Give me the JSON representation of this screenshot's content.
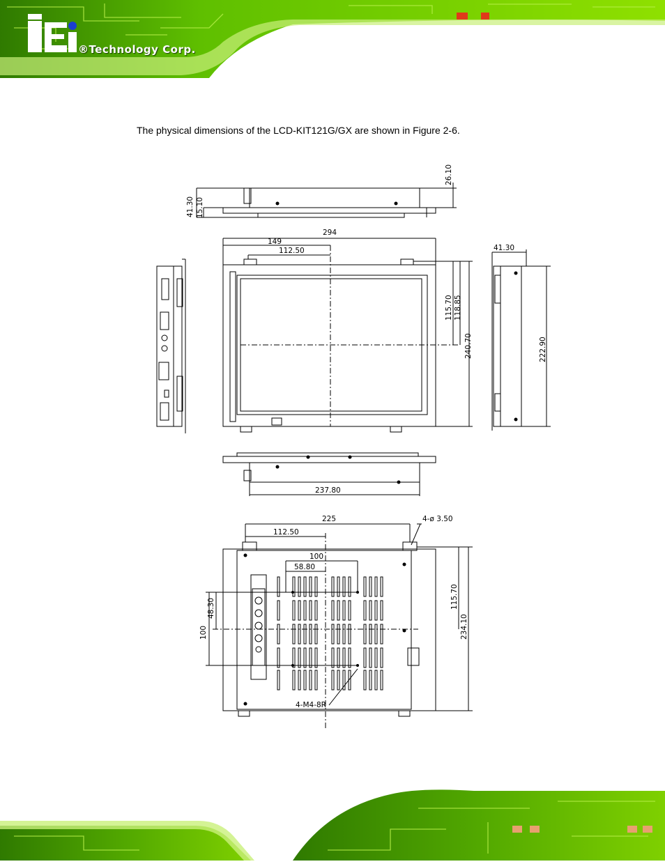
{
  "header": {
    "logo": "iEi",
    "company": "®Technology Corp."
  },
  "intro_text": "The physical dimensions of the LCD-KIT121G/GX are shown in Figure 2-6.",
  "dimensions": {
    "top_view": {
      "left_total": "41.30",
      "left_inner": "15.10",
      "right_height": "26.10"
    },
    "front_view": {
      "width": "294",
      "half_width": "149",
      "tab_offset": "112.50",
      "height_inner": "115.70",
      "height_mid": "118.85",
      "height_total": "240.70"
    },
    "side_view": {
      "depth": "41.30",
      "height": "222.90"
    },
    "bottom_view": {
      "width": "237.80"
    },
    "rear_view": {
      "tab_span": "225",
      "hole_spec": "4-ø 3.50",
      "tab_offset": "112.50",
      "vesa_width": "100",
      "vesa_half": "58.80",
      "vesa_height": "100",
      "vesa_half_height": "48.30",
      "screw_spec": "4-M4-8R",
      "height_upper": "115.70",
      "height_total": "234.10"
    }
  }
}
